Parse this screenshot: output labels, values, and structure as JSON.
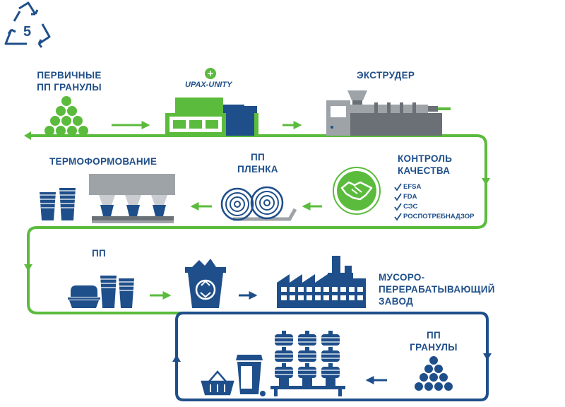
{
  "recycle_symbol": {
    "number": "5",
    "icon": "recycle-triangle-icon"
  },
  "brand": {
    "name": "UPAX-UNITY"
  },
  "steps": {
    "primary_granules": {
      "line1": "ПЕРВИЧНЫЕ",
      "line2": "ПП ГРАНУЛЫ"
    },
    "extruder": {
      "label": "ЭКСТРУДЕР"
    },
    "quality_control": {
      "line1": "КОНТРОЛЬ",
      "line2": "КАЧЕСТВА"
    },
    "film": {
      "line1": "ПП",
      "line2": "ПЛЕНКА"
    },
    "thermoforming": {
      "label": "ТЕРМОФОРМОВАНИЕ"
    },
    "pp_products": {
      "label": "ПП"
    },
    "recycling_plant": {
      "line1": "МУСОРО-",
      "line2": "ПЕРЕРАБАТЫВАЮЩИЙ",
      "line3": "ЗАВОД"
    },
    "pp_granules": {
      "line1": "ПП",
      "line2": "ГРАНУЛЫ"
    }
  },
  "certifications": [
    "EFSA",
    "FDA",
    "СЭС",
    "РОСПОТРЕБНАДЗОР"
  ],
  "colors": {
    "green": "#5bbb3c",
    "blue": "#1f4f8a",
    "gray": "#9ea3a8",
    "darkgray": "#6b7077"
  }
}
